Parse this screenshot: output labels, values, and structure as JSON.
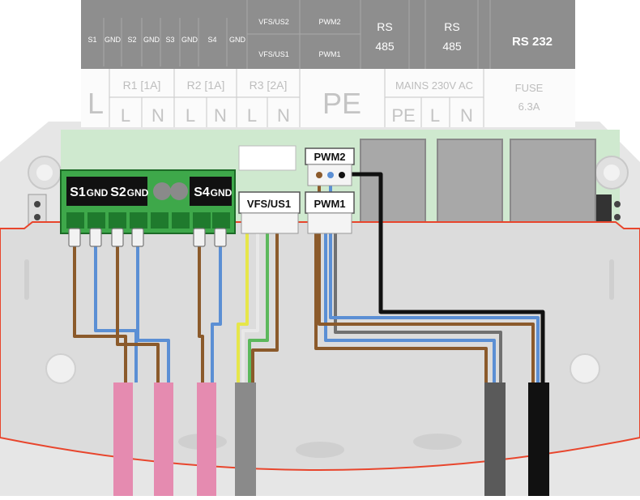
{
  "header": {
    "sensors": [
      "S1",
      "GND",
      "S2",
      "GND",
      "S3",
      "GND",
      "S4",
      "GND"
    ],
    "vfs_us2": "VFS/US2",
    "vfs_us1": "VFS/US1",
    "pwm2": "PWM2",
    "pwm1": "PWM1",
    "rs485_a_1": "RS",
    "rs485_a_2": "485",
    "rs485_b_1": "RS",
    "rs485_b_2": "485",
    "rs232": "RS 232"
  },
  "terminals": {
    "l_big": "L",
    "r1": "R1 [1A]",
    "r2": "R2 [1A]",
    "r3": "R3 [2A]",
    "pe_big": "PE",
    "mains": "MAINS 230V AC",
    "fuse_1": "FUSE",
    "fuse_2": "6.3A",
    "r1_l": "L",
    "r1_n": "N",
    "r2_l": "L",
    "r2_n": "N",
    "r3_l": "L",
    "r3_n": "N",
    "mains_pe": "PE",
    "mains_l": "L",
    "mains_n": "N"
  },
  "board": {
    "green_block": [
      "S1",
      "GND",
      "S2",
      "GND",
      "S4",
      "GND"
    ],
    "connector_vfs": "VFS/US1",
    "connector_pwm1": "PWM1",
    "connector_pwm2": "PWM2"
  },
  "colors": {
    "wire_brown": "#8b5a2b",
    "wire_blue": "#5b8fd4",
    "wire_black": "#111111",
    "wire_grey": "#8a8a8a",
    "wire_white": "#e8e8e8",
    "wire_yellow": "#e6e64a",
    "wire_green": "#5cb85c",
    "terminal_green": "#3ea84a",
    "board_green": "#cfe9cf",
    "cable_pink": "#e58bb0",
    "housing_outline": "#e8452c"
  }
}
